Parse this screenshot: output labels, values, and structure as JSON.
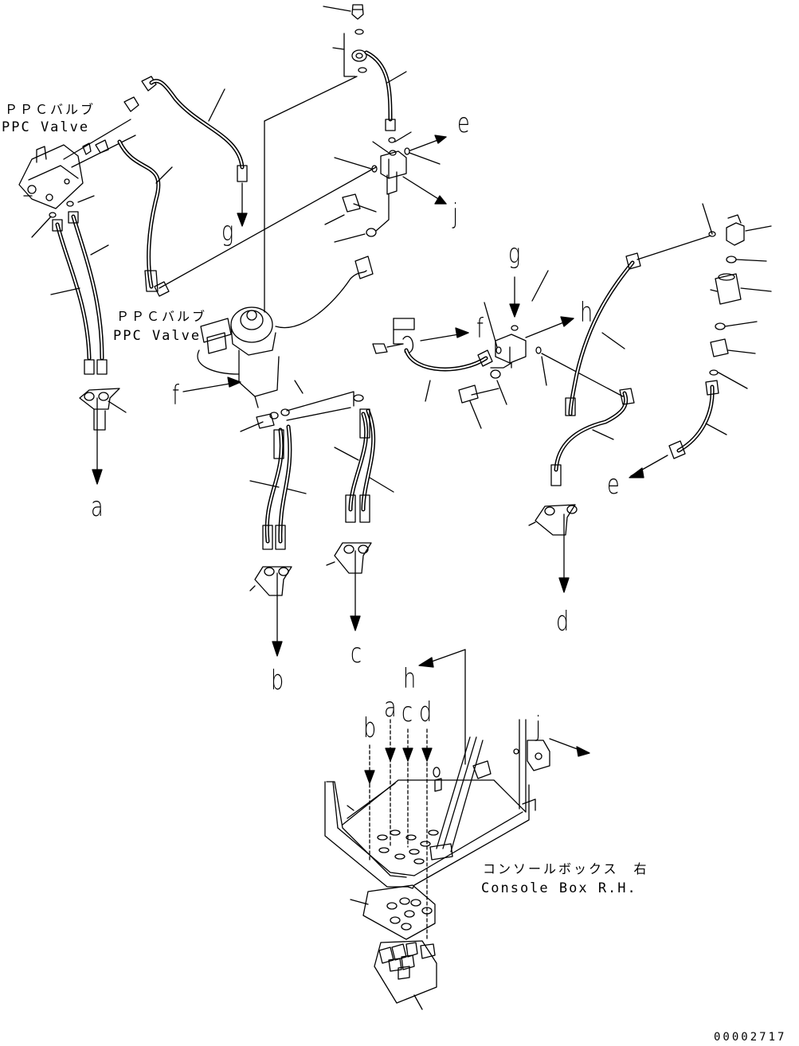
{
  "labels": {
    "ppc_valve_top_jp": "ＰＰＣバルブ",
    "ppc_valve_top_en": "PPC Valve",
    "ppc_valve_mid_jp": "ＰＰＣバルブ",
    "ppc_valve_mid_en": "PPC Valve",
    "console_box_jp": "コンソールボックス　右",
    "console_box_en": "Console Box R.H.",
    "drawing_code": "00002717"
  },
  "refs": {
    "a": "a",
    "b": "b",
    "c": "c",
    "d": "d",
    "e": "e",
    "f": "f",
    "g": "g",
    "h": "h",
    "j": "j",
    "a2": "a",
    "b2": "b",
    "c2": "c",
    "d2": "d",
    "e2": "e",
    "f2": "f",
    "g2": "g",
    "h2": "h",
    "j2": "j"
  }
}
